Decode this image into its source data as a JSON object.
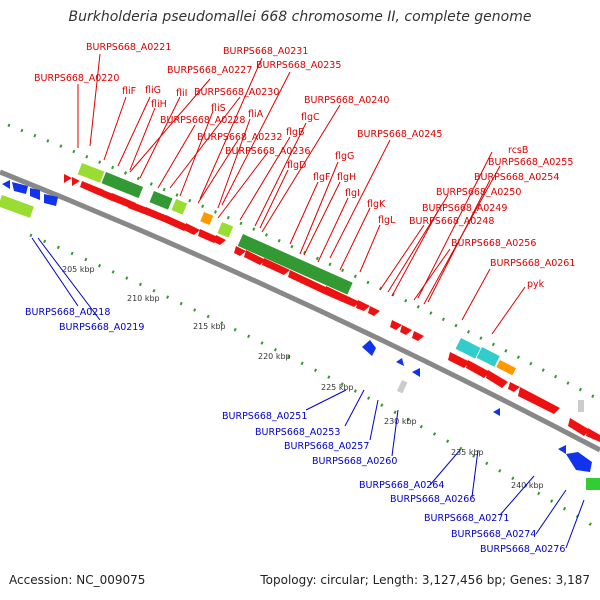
{
  "title": "Burkholderia pseudomallei 668 chromosome II, complete genome",
  "footer": {
    "accession": "Accession: NC_009075",
    "topology": "Topology: circular; Length: 3,127,456 bp; Genes: 3,187"
  },
  "colors": {
    "forward_cds": "#ee1111",
    "reverse_cds": "#1133ee",
    "backbone": "#888888",
    "cog_green_dark": "#339933",
    "cog_green_light": "#99dd33",
    "cog_teal": "#33cccc",
    "cog_orange": "#ff9900",
    "forward_label": "#dd0000",
    "reverse_label": "#0000cc"
  },
  "scale_labels": [
    "205 kbp",
    "210 kbp",
    "215 kbp",
    "220 kbp",
    "225 kbp",
    "230 kbp",
    "235 kbp",
    "240 kbp"
  ],
  "forward_labels": [
    "BURPS668_A0221",
    "BURPS668_A0220",
    "BURPS668_A0227",
    "BURPS668_A0231",
    "BURPS668_A0235",
    "fliF",
    "fliG",
    "fliH",
    "fliI",
    "fliS",
    "BURPS668_A0230",
    "BURPS668_A0228",
    "fliA",
    "BURPS668_A0232",
    "BURPS668_A0240",
    "flgC",
    "flgB",
    "BURPS668_A0236",
    "flgD",
    "BURPS668_A0245",
    "flgG",
    "flgF",
    "flgH",
    "flgI",
    "flgK",
    "flgL",
    "rcsB",
    "BURPS668_A0255",
    "BURPS668_A0254",
    "BURPS668_A0250",
    "BURPS668_A0249",
    "BURPS668_A0248",
    "BURPS668_A0256",
    "BURPS668_A0261",
    "pyk"
  ],
  "reverse_labels": [
    "BURPS668_A0218",
    "BURPS668_A0219",
    "BURPS668_A0251",
    "BURPS668_A0253",
    "BURPS668_A0257",
    "BURPS668_A0260",
    "BURPS668_A0264",
    "BURPS668_A0266",
    "BURPS668_A0271",
    "BURPS668_A0274",
    "BURPS668_A0276"
  ]
}
